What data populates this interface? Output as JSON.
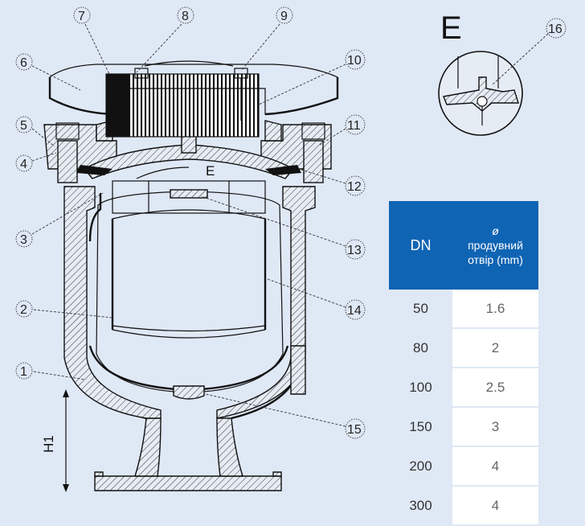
{
  "callouts": [
    "1",
    "2",
    "3",
    "4",
    "5",
    "6",
    "7",
    "8",
    "9",
    "10",
    "11",
    "12",
    "13",
    "14",
    "15",
    "16"
  ],
  "detail_view_label": "E",
  "section_mark_label": "E",
  "dimension_label": "H1",
  "table": {
    "header_dn": "DN",
    "header_hole_symbol": "ø",
    "header_hole_line1": "продувний",
    "header_hole_line2": "отвір (mm)",
    "rows": [
      {
        "dn": "50",
        "hole": "1.6"
      },
      {
        "dn": "80",
        "hole": "2"
      },
      {
        "dn": "100",
        "hole": "2.5"
      },
      {
        "dn": "150",
        "hole": "3"
      },
      {
        "dn": "200",
        "hole": "4"
      },
      {
        "dn": "300",
        "hole": "4"
      }
    ]
  },
  "colors": {
    "background": "#dfe8f5",
    "table_header": "#0f64b4",
    "line": "#111111"
  }
}
